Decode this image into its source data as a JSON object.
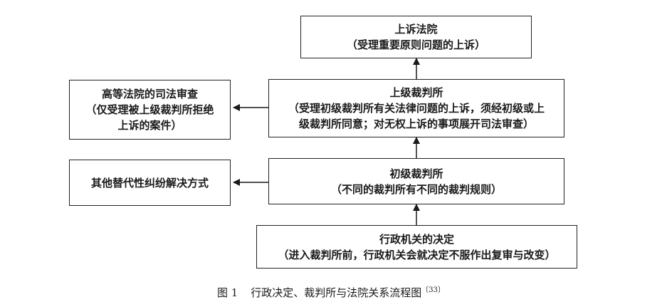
{
  "boxes": {
    "appellate_court": {
      "title": "上诉法院",
      "detail": "（受理重要原则问题的上诉）"
    },
    "high_court_review": {
      "title": "高等法院的司法审查",
      "detail_line1": "（仅受理被上级裁判所拒绝",
      "detail_line2": "上诉的案件）"
    },
    "upper_tribunal": {
      "title": "上级裁判所",
      "detail_line1": "（受理初级裁判所有关法律问题的上诉，须经初级或上",
      "detail_line2": "级裁判所同意；对无权上诉的事项展开司法审查）"
    },
    "alternative_dispute": {
      "title": "其他替代性纠纷解决方式"
    },
    "first_tier_tribunal": {
      "title": "初级裁判所",
      "detail": "（不同的裁判所有不同的裁判规则）"
    },
    "admin_decision": {
      "title": "行政机关的决定",
      "detail": "（进入裁判所前，行政机关会就决定不服作出复审与改变）"
    }
  },
  "caption": {
    "figure_number": "图 1",
    "text": "行政决定、裁判所与法院关系流程图",
    "reference": "〔33〕"
  }
}
